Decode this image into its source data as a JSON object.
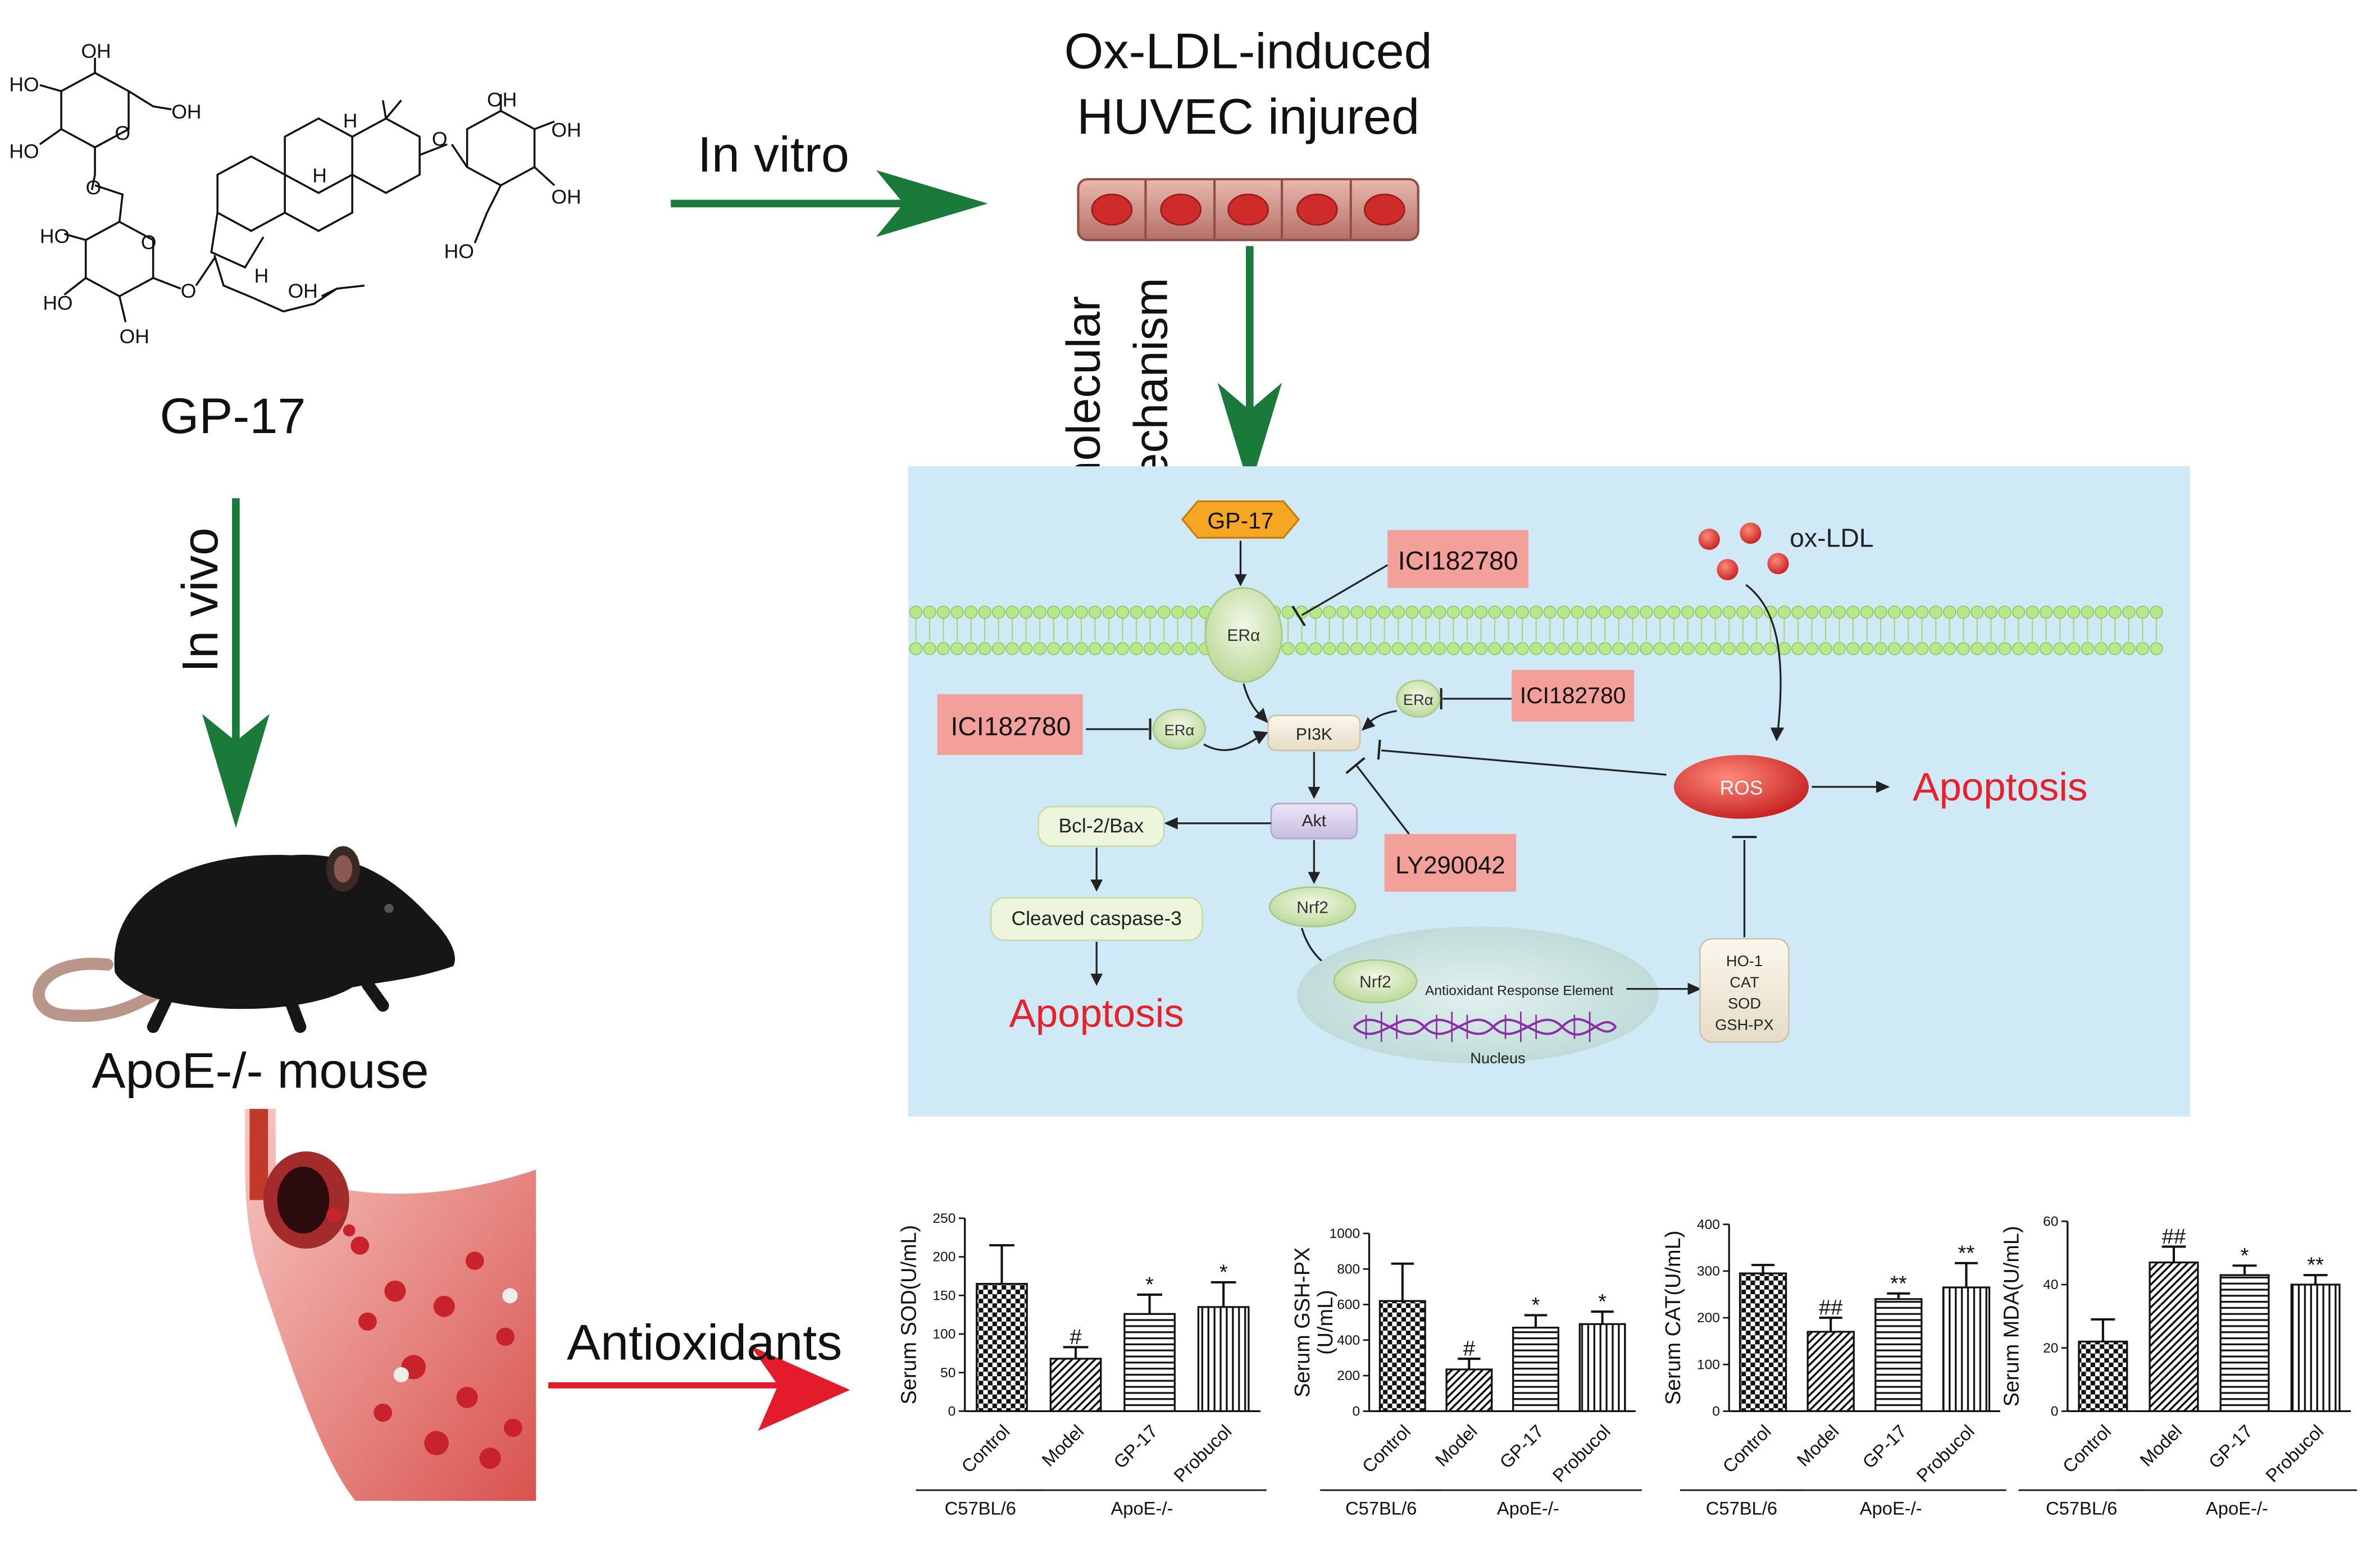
{
  "compound": {
    "name": "GP-17",
    "structure_labels": {
      "oh1": "OH",
      "oh2": "OH",
      "ho1": "HO",
      "ho2": "HO",
      "ho3": "HO",
      "ho4": "HO",
      "oh3": "OH",
      "o1": "O",
      "o2": "O",
      "o3": "O",
      "o4": "O",
      "o5": "O",
      "h1": "H",
      "h2": "H",
      "h3": "H",
      "oh4": "OH",
      "oh5": "OH",
      "oh6": "OH",
      "oh7": "OH",
      "ho5": "HO"
    }
  },
  "arrows": {
    "in_vitro": "In vitro",
    "in_vivo": "In vivo",
    "molecular_line1": "molecular",
    "molecular_line2": "mechanism",
    "antioxidants": "Antioxidants"
  },
  "huvec": {
    "line1": "Ox-LDL-induced",
    "line2": "HUVEC injured"
  },
  "mouse": {
    "label": "ApoE-/-  mouse"
  },
  "pathway": {
    "gp17": "GP-17",
    "eralpha": "ERα",
    "inhibitor": "ICI182780",
    "ly": "LY290042",
    "pi3k": "PI3K",
    "akt": "Akt",
    "nrf2": "Nrf2",
    "bcl": "Bcl-2/Bax",
    "caspase": "Cleaved caspase-3",
    "apoptosis": "Apoptosis",
    "ros": "ROS",
    "oxldl": "ox-LDL",
    "are": "Antioxidant Response Element",
    "nucleus": "Nucleus",
    "enzymes": [
      "HO-1",
      "CAT",
      "SOD",
      "GSH-PX"
    ]
  },
  "colors": {
    "green_arrow": "#1a7a3a",
    "red_arrow": "#e31b2b",
    "panel_bg": "#cfe9f6",
    "inhibitor_box": "#f4a09a",
    "apoptosis_text": "#e8202a"
  },
  "chart_data": [
    {
      "type": "bar",
      "ylabel": "Serum SOD(U/mL)",
      "ylim": [
        0,
        250
      ],
      "yticks": [
        "0",
        "50",
        "100",
        "150",
        "200",
        "250"
      ],
      "categories": [
        "Control",
        "Model",
        "GP-17",
        "Probucol"
      ],
      "values": [
        165,
        68,
        126,
        135
      ],
      "errors": [
        50,
        15,
        25,
        32
      ],
      "annotations": [
        "",
        "#",
        "*",
        "*"
      ],
      "groups": [
        {
          "label": "C57BL/6",
          "span": [
            0,
            0
          ]
        },
        {
          "label": "ApoE-/-",
          "span": [
            1,
            3
          ]
        }
      ]
    },
    {
      "type": "bar",
      "ylabel": "Serum GSH-PX (U/mL)",
      "ylabel_lines": [
        "Serum GSH-PX",
        "(U/mL)"
      ],
      "ylim": [
        0,
        1000
      ],
      "yticks": [
        "0",
        "200",
        "400",
        "600",
        "800",
        "1000"
      ],
      "categories": [
        "Control",
        "Model",
        "GP-17",
        "Probucol"
      ],
      "values": [
        620,
        235,
        470,
        490
      ],
      "errors": [
        210,
        60,
        70,
        70
      ],
      "annotations": [
        "",
        "#",
        "*",
        "*"
      ],
      "groups": [
        {
          "label": "C57BL/6",
          "span": [
            0,
            0
          ]
        },
        {
          "label": "ApoE-/-",
          "span": [
            1,
            3
          ]
        }
      ]
    },
    {
      "type": "bar",
      "ylabel": "Serum CAT(U/mL)",
      "ylim": [
        0,
        400
      ],
      "yticks": [
        "0",
        "100",
        "200",
        "300",
        "400"
      ],
      "categories": [
        "Control",
        "Model",
        "GP-17",
        "Probucol"
      ],
      "values": [
        295,
        170,
        240,
        265
      ],
      "errors": [
        18,
        30,
        12,
        52
      ],
      "annotations": [
        "",
        "##",
        "**",
        "**"
      ],
      "groups": [
        {
          "label": "C57BL/6",
          "span": [
            0,
            0
          ]
        },
        {
          "label": "ApoE-/-",
          "span": [
            1,
            3
          ]
        }
      ]
    },
    {
      "type": "bar",
      "ylabel": "Serum MDA(U/mL)",
      "ylim": [
        0,
        60
      ],
      "yticks": [
        "0",
        "20",
        "40",
        "60"
      ],
      "categories": [
        "Control",
        "Model",
        "GP-17",
        "Probucol"
      ],
      "values": [
        22,
        47,
        43,
        40
      ],
      "errors": [
        7,
        5,
        3,
        3
      ],
      "annotations": [
        "",
        "##",
        "*",
        "**"
      ],
      "groups": [
        {
          "label": "C57BL/6",
          "span": [
            0,
            0
          ]
        },
        {
          "label": "ApoE-/-",
          "span": [
            1,
            3
          ]
        }
      ]
    }
  ]
}
